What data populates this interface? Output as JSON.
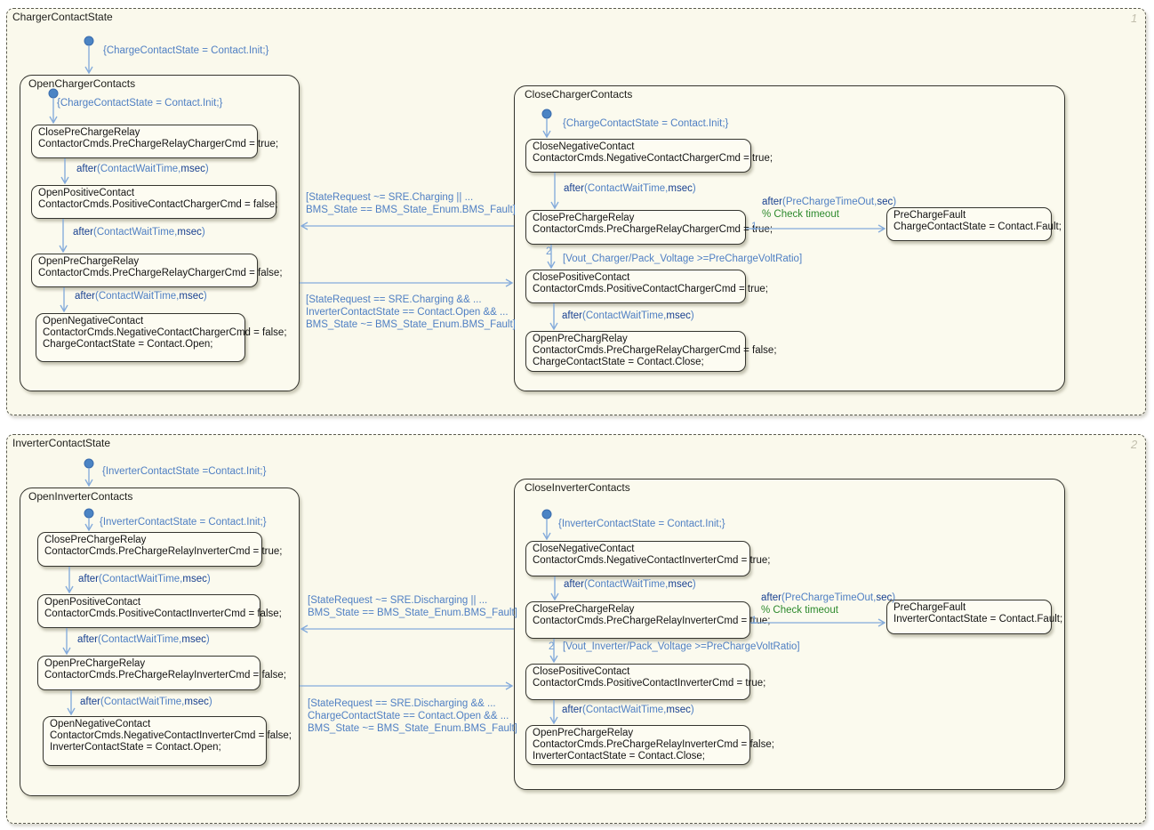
{
  "colors": {
    "chart_fill": "#faf9ec",
    "state_fill": "#fdfcf2",
    "arrow_blue": "#84abdb",
    "label_blue": "#4f7fc3",
    "keyword_blue": "#173f8f",
    "comment_green": "#2d8a2d",
    "order_badge_gray": "#c2bfae"
  },
  "labels": {
    "after_contact": [
      "after",
      "(ContactWaitTime,",
      "msec",
      ")"
    ],
    "after_precharge": [
      "after",
      "(PreChargeTimeOut,",
      "sec",
      ")"
    ],
    "check_timeout": "% Check timeout",
    "order1": "1",
    "order2": "2"
  },
  "chart1": {
    "title": "ChargerContactState",
    "corner": "1",
    "init_label": "{ChargeContactState = Contact.Init;}",
    "open": {
      "title": "OpenChargerContacts",
      "init_label": "{ChargeContactState = Contact.Init;}",
      "states": [
        {
          "name": "ClosePreChargeRelay",
          "lines": [
            "ContactorCmds.PreChargeRelayChargerCmd = true;"
          ]
        },
        {
          "name": "OpenPositiveContact",
          "lines": [
            "ContactorCmds.PositiveContactChargerCmd = false;"
          ]
        },
        {
          "name": "OpenPreChargeRelay",
          "lines": [
            "ContactorCmds.PreChargeRelayChargerCmd = false;"
          ]
        },
        {
          "name": "OpenNegativeContact",
          "lines": [
            "ContactorCmds.NegativeContactChargerCmd = false;",
            "ChargeContactState = Contact.Open;"
          ]
        }
      ]
    },
    "close": {
      "title": "CloseChargerContacts",
      "init_label": "{ChargeContactState = Contact.Init;}",
      "states": [
        {
          "name": "CloseNegativeContact",
          "lines": [
            "ContactorCmds.NegativeContactChargerCmd = true;"
          ]
        },
        {
          "name": "ClosePreChargeRelay",
          "lines": [
            "ContactorCmds.PreChargeRelayChargerCmd = true;"
          ]
        },
        {
          "name": "ClosePositiveContact",
          "lines": [
            "ContactorCmds.PositiveContactChargerCmd = true;"
          ]
        },
        {
          "name": "OpenPreChargRelay",
          "lines": [
            "ContactorCmds.PreChargeRelayChargerCmd = false;",
            "ChargeContactState = Contact.Close;"
          ]
        }
      ],
      "fault": {
        "name": "PreChargeFault",
        "lines": [
          "ChargeContactState = Contact.Fault;"
        ]
      },
      "volt_condition": "[Vout_Charger/Pack_Voltage >=PreChargeVoltRatio]"
    },
    "to_open_condition": [
      "[StateRequest ~= SRE.Charging || ...",
      "BMS_State == BMS_State_Enum.BMS_Fault]"
    ],
    "to_close_condition": [
      "[StateRequest == SRE.Charging && ...",
      "InverterContactState == Contact.Open && ...",
      "BMS_State ~= BMS_State_Enum.BMS_Fault]"
    ]
  },
  "chart2": {
    "title": "InverterContactState",
    "corner": "2",
    "init_label": "{InverterContactState =Contact.Init;}",
    "open": {
      "title": "OpenInverterContacts",
      "init_label": "{InverterContactState = Contact.Init;}",
      "states": [
        {
          "name": "ClosePreChargeRelay",
          "lines": [
            "ContactorCmds.PreChargeRelayInverterCmd = true;"
          ]
        },
        {
          "name": "OpenPositiveContact",
          "lines": [
            "ContactorCmds.PositiveContactInverterCmd = false;"
          ]
        },
        {
          "name": "OpenPreChargeRelay",
          "lines": [
            "ContactorCmds.PreChargeRelayInverterCmd = false;"
          ]
        },
        {
          "name": "OpenNegativeContact",
          "lines": [
            "ContactorCmds.NegativeContactInverterCmd = false;",
            "InverterContactState = Contact.Open;"
          ]
        }
      ]
    },
    "close": {
      "title": "CloseInverterContacts",
      "init_label": "{InverterContactState = Contact.Init;}",
      "states": [
        {
          "name": "CloseNegativeContact",
          "lines": [
            "ContactorCmds.NegativeContactInverterCmd = true;"
          ]
        },
        {
          "name": "ClosePreChargeRelay",
          "lines": [
            "ContactorCmds.PreChargeRelayInverterCmd = true;"
          ]
        },
        {
          "name": "ClosePositiveContact",
          "lines": [
            "ContactorCmds.PositiveContactInverterCmd = true;"
          ]
        },
        {
          "name": "OpenPreChargeRelay",
          "lines": [
            "ContactorCmds.PreChargeRelayInverterCmd = false;",
            "InverterContactState = Contact.Close;"
          ]
        }
      ],
      "fault": {
        "name": "PreChargeFault",
        "lines": [
          "InverterContactState = Contact.Fault;"
        ]
      },
      "volt_condition": "[Vout_Inverter/Pack_Voltage >=PreChargeVoltRatio]"
    },
    "to_open_condition": [
      "[StateRequest ~= SRE.Discharging || ...",
      "BMS_State == BMS_State_Enum.BMS_Fault]"
    ],
    "to_close_condition": [
      "[StateRequest == SRE.Discharging && ...",
      "ChargeContactState == Contact.Open && ...",
      "BMS_State ~= BMS_State_Enum.BMS_Fault]"
    ]
  }
}
